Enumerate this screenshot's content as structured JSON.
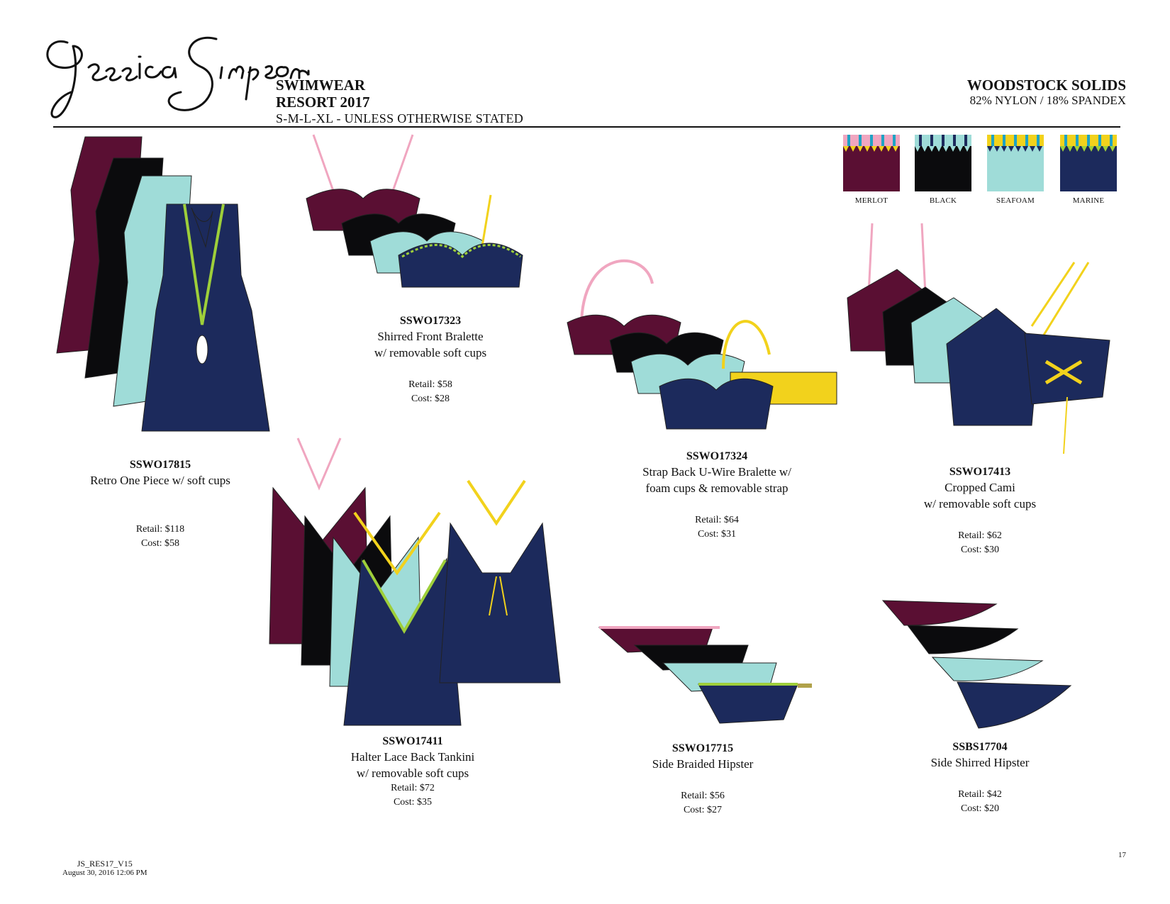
{
  "header": {
    "brand_logo": "Jessica Simpson",
    "category": "SWIMWEAR",
    "season": "RESORT 2017",
    "size_note": "S-M-L-XL - UNLESS OTHERWISE STATED",
    "collection": "WOODSTOCK SOLIDS",
    "fabric": "82% NYLON / 18% SPANDEX"
  },
  "colors": [
    {
      "name": "MERLOT",
      "hex": "#5a0f33"
    },
    {
      "name": "BLACK",
      "hex": "#0b0b0d"
    },
    {
      "name": "SEAFOAM",
      "hex": "#9fdcd8"
    },
    {
      "name": "MARINE",
      "hex": "#1c2a5c"
    }
  ],
  "trim_colors": {
    "yellow": "#f2d21c",
    "pink": "#f0a6c0",
    "teal": "#1fa3c4",
    "lime": "#9ecf3a"
  },
  "products": [
    {
      "code": "SSWO17815",
      "name": [
        "Retro One Piece w/ soft cups"
      ],
      "retail": "Retail: $118",
      "cost": "Cost: $58"
    },
    {
      "code": "SSWO17323",
      "name": [
        "Shirred Front Bralette",
        "w/ removable soft cups"
      ],
      "retail": "Retail: $58",
      "cost": "Cost: $28"
    },
    {
      "code": "SSWO17324",
      "name": [
        "Strap Back U-Wire Bralette w/",
        "foam cups & removable strap"
      ],
      "retail": "Retail: $64",
      "cost": "Cost: $31"
    },
    {
      "code": "SSWO17413",
      "name": [
        "Cropped Cami",
        "w/ removable soft cups"
      ],
      "retail": "Retail: $62",
      "cost": "Cost: $30"
    },
    {
      "code": "SSWO17411",
      "name": [
        "Halter Lace Back Tankini",
        "w/ removable soft cups"
      ],
      "retail": "Retail: $72",
      "cost": "Cost: $35"
    },
    {
      "code": "SSWO17715",
      "name": [
        "Side Braided Hipster"
      ],
      "retail": "Retail: $56",
      "cost": "Cost: $27"
    },
    {
      "code": "SSBS17704",
      "name": [
        "Side Shirred Hipster"
      ],
      "retail": "Retail: $42",
      "cost": "Cost: $20"
    }
  ],
  "footer": {
    "file_id": "JS_RES17_V15",
    "date": "August 30, 2016 12:06 PM",
    "page_number": "17"
  }
}
